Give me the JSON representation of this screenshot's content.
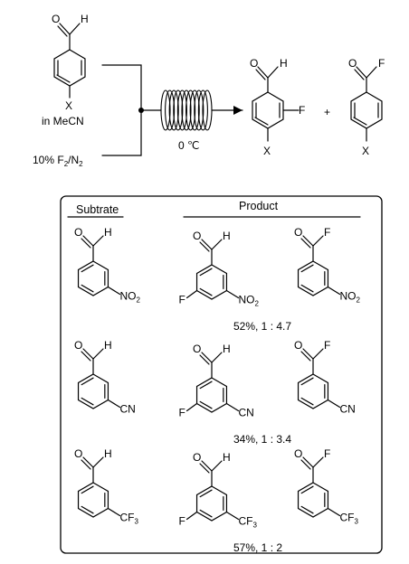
{
  "scheme": {
    "reactant": {
      "top_atom_o": "O",
      "top_atom_h": "H",
      "substituent": "X",
      "solvent": "in MeCN"
    },
    "reagent": {
      "text_main": "10% F",
      "subscript": "2",
      "text_tail": "/N",
      "subscript2": "2"
    },
    "temperature": "0 ℃",
    "product_a": {
      "o": "O",
      "h": "H",
      "f": "F",
      "x": "X"
    },
    "plus": "+",
    "product_b": {
      "o": "O",
      "f": "F",
      "x": "X"
    }
  },
  "table": {
    "header_substrate": "Subtrate",
    "header_product": "Product",
    "rows": [
      {
        "substituent_main": "NO",
        "substituent_sub": "2",
        "result": "52%, 1 : 4.7"
      },
      {
        "substituent_main": "CN",
        "substituent_sub": "",
        "result": "34%, 1 : 3.4"
      },
      {
        "substituent_main": "CF",
        "substituent_sub": "3",
        "result": "57%, 1 : 2"
      }
    ],
    "atoms": {
      "o": "O",
      "h": "H",
      "f": "F"
    }
  }
}
